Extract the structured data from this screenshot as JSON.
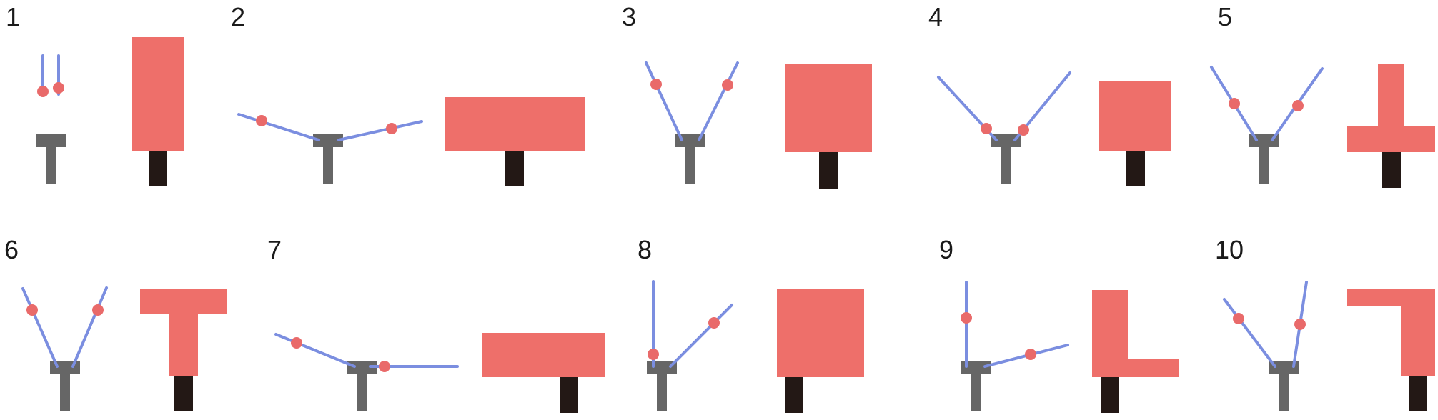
{
  "colors": {
    "arm": "#7b8ee0",
    "joint": "#e96a6a",
    "base": "#666666",
    "shape": "#ee6f6a",
    "stem": "#231815",
    "label": "#1a1a1a"
  },
  "configurations": [
    {
      "label": "1",
      "shape": "vertical rectangle",
      "arms": "both upright, parallel"
    },
    {
      "label": "2",
      "shape": "wide horizontal rectangle",
      "arms": "spread low, nearly flat"
    },
    {
      "label": "3",
      "shape": "large square",
      "arms": "narrow V"
    },
    {
      "label": "4",
      "shape": "square",
      "arms": "wide V, joints near base"
    },
    {
      "label": "5",
      "shape": "inverted T",
      "arms": "V, joints mid-arm"
    },
    {
      "label": "6",
      "shape": "T",
      "arms": "narrow V, joints high"
    },
    {
      "label": "7",
      "shape": "wide horizontal rectangle",
      "arms": "left angled, right flat"
    },
    {
      "label": "8",
      "shape": "large square",
      "arms": "left upright, right angled"
    },
    {
      "label": "9",
      "shape": "L",
      "arms": "left upright, right low"
    },
    {
      "label": "10",
      "shape": "inverted L",
      "arms": "left angled, right nearly upright"
    }
  ]
}
